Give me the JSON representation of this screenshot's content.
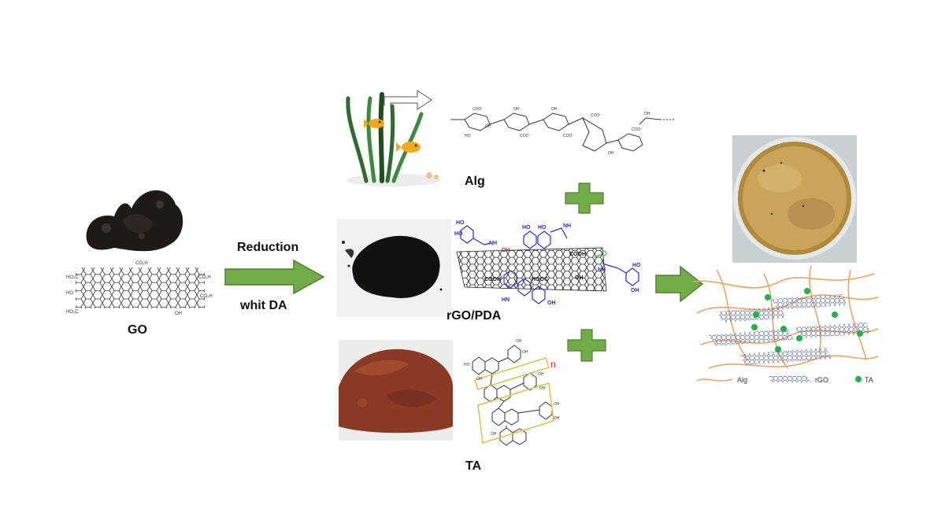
{
  "labels": {
    "go": "GO",
    "reduction": "Reduction",
    "with_da": "whit DA",
    "alg": "Alg",
    "rgo_pda": "rGO/PDA",
    "ta": "TA"
  },
  "legend": {
    "alg": "Alg",
    "rgo": "rGO",
    "ta": "TA"
  },
  "structure_texts": {
    "cooh": "COOH",
    "oh": "OH",
    "nh": "NH",
    "ho": "HO",
    "n": "n"
  },
  "colors": {
    "arrow_green": "#70ad47",
    "arrow_green_dark": "#507e32",
    "alg_fiber": "#f0a35b",
    "ta_dot": "#22b14c",
    "pda_blue": "#2a2ad8",
    "rgo_sheet": "#5a6e9e"
  }
}
